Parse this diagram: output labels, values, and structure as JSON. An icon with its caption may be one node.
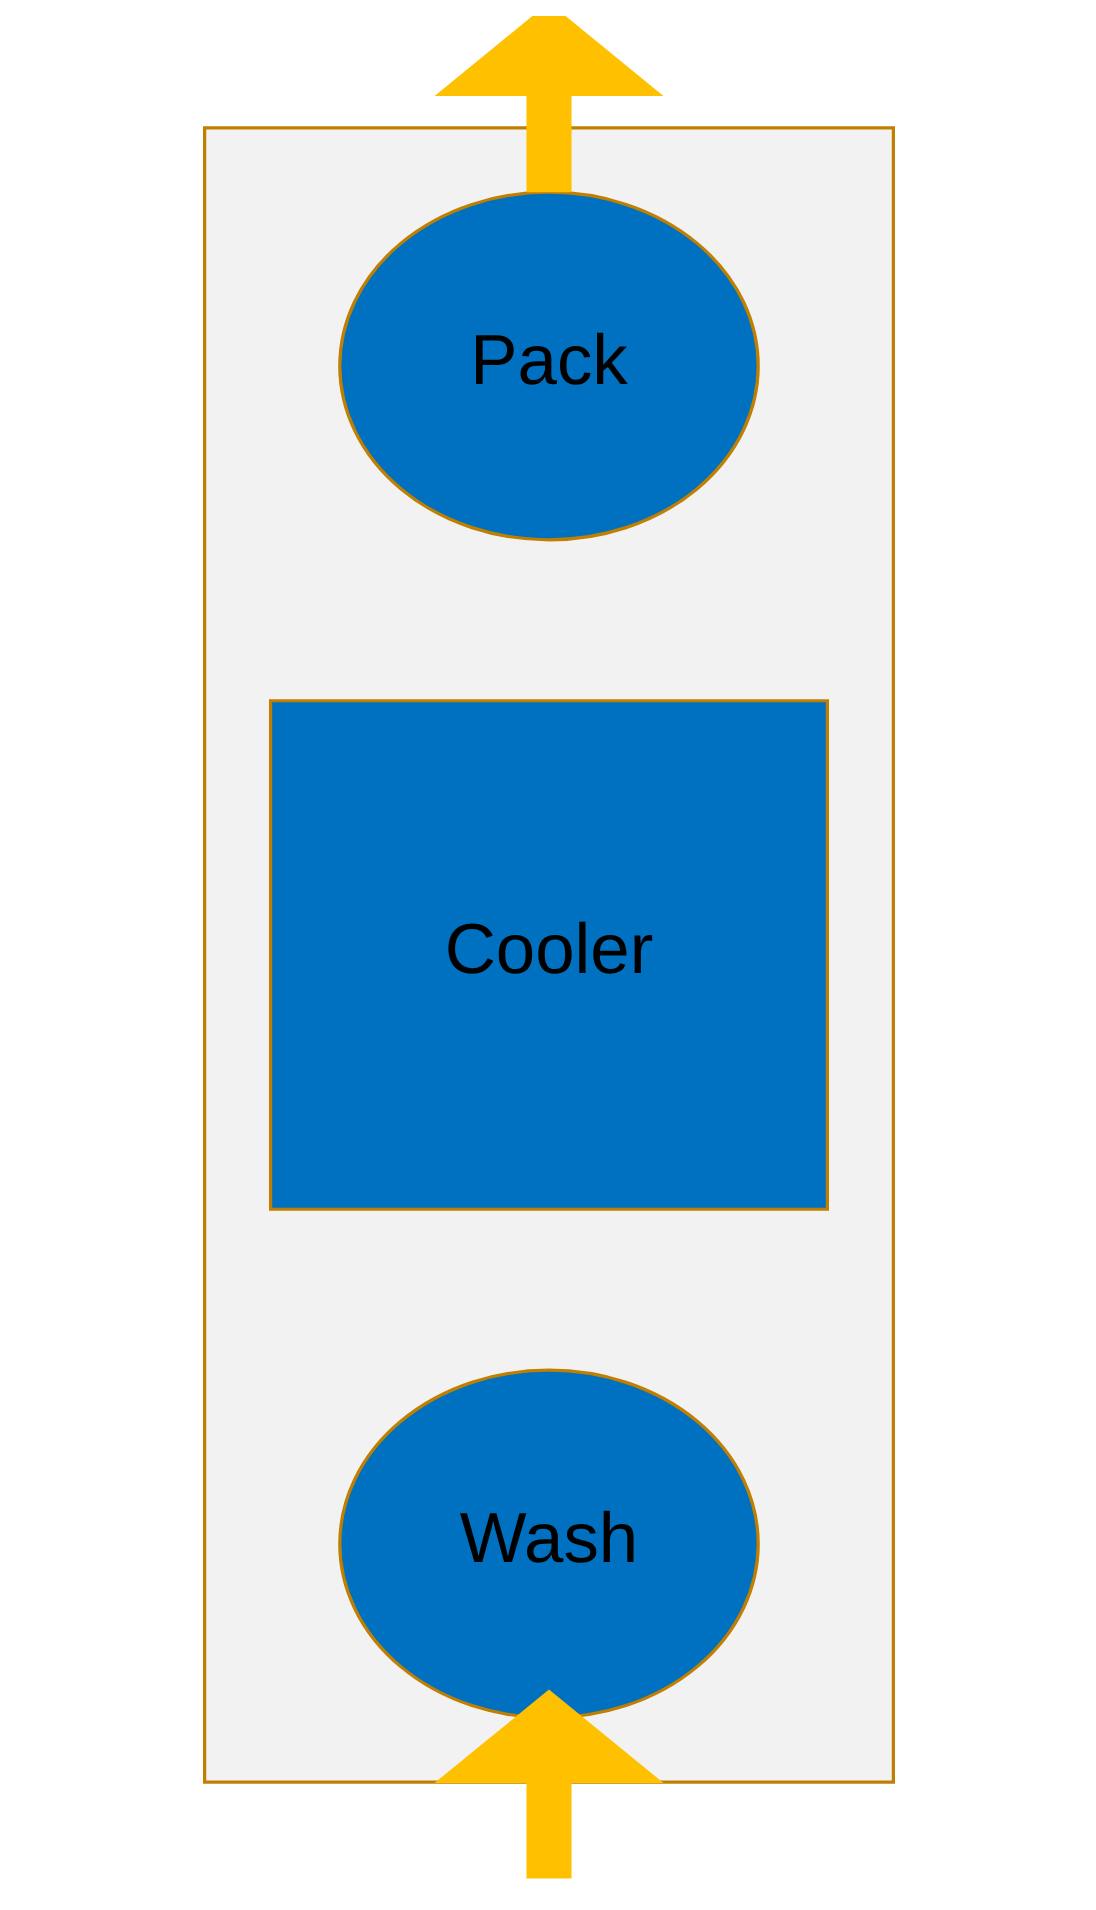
{
  "diagram": {
    "nodes": [
      {
        "text": [],
        "shape": "box"
      },
      {
        "text": [
          "Pack"
        ],
        "in": 0
      },
      {
        "text": [
          "Cooler"
        ],
        "in": 0
      },
      {
        "text": [
          "Wash"
        ],
        "in": 0
      }
    ],
    "edges": [
      {
        "from": null,
        "to": 3,
        "arrow": "to",
        "color": "#ffc000"
      },
      {
        "from": 1,
        "to": null,
        "arrow": "to",
        "color": "#ffc000"
      }
    ]
  }
}
